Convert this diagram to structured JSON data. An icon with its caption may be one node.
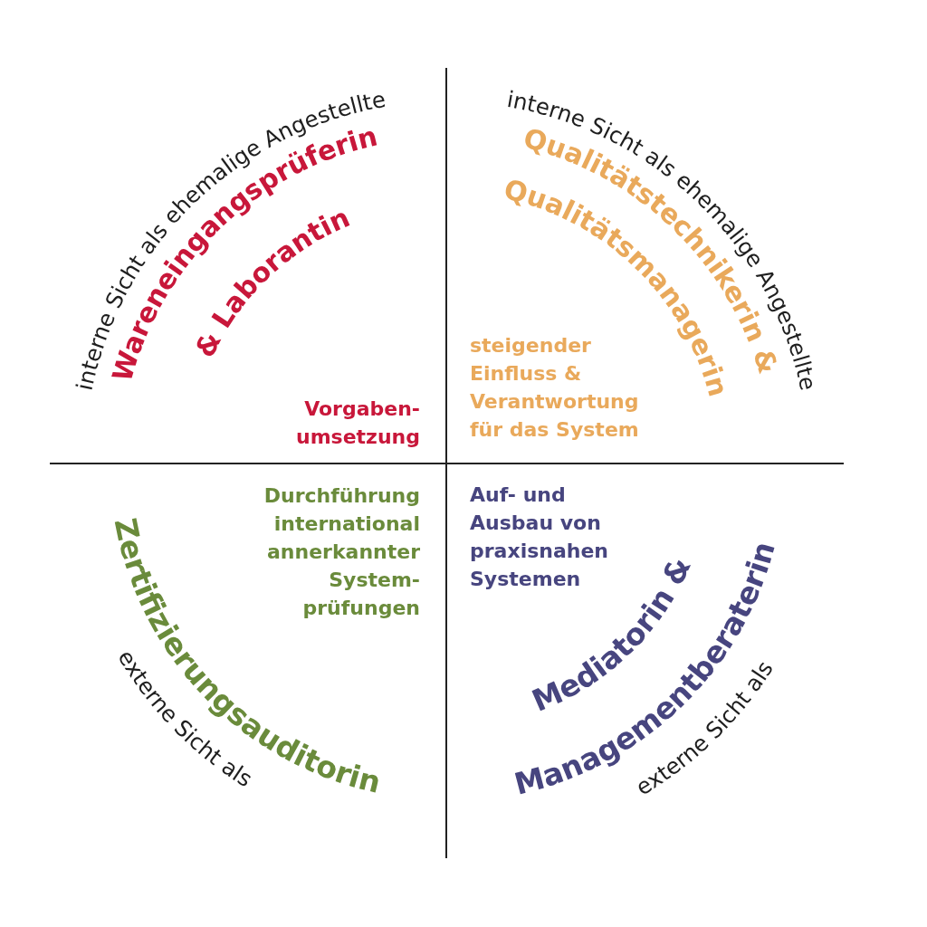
{
  "diagram": {
    "labels": [
      "interne Sicht als ehemalige Angestellte",
      "Wareneingangsprüferin",
      "& Laborantin",
      "Vorgaben- umsetzung",
      "interne Sicht als ehemalige Angestellte",
      "Qualitätstechnikerin &",
      "Qualitätsmanagerin",
      "steigender Einfluss & Verantwortung für das System",
      "Durchführung international annerkannter System- prüfungen",
      "Zertifizierungsauditorin",
      "externe Sicht als",
      "Auf- und Ausbau von praxisnahen Systemen",
      "Mediatorin &",
      "Managementberaterin",
      "externe Sicht als"
    ]
  }
}
